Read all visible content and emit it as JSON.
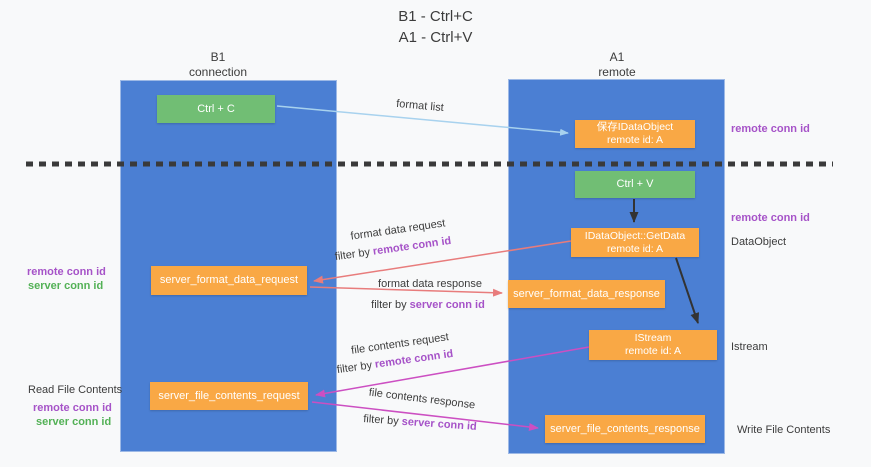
{
  "title": {
    "line1": "B1 - Ctrl+C",
    "line2": "A1 - Ctrl+V"
  },
  "columns": {
    "left": {
      "name": "B1",
      "subtitle": "connection"
    },
    "right": {
      "name": "A1",
      "subtitle": "remote"
    }
  },
  "boxes": {
    "ctrl_c": {
      "label": "Ctrl + C"
    },
    "ctrl_v": {
      "label": "Ctrl + V"
    },
    "save_idataobject": {
      "line1": "保存IDataObject",
      "line2": "remote id: A"
    },
    "getdata": {
      "line1": "IDataObject::GetData",
      "line2": "remote id: A"
    },
    "istream": {
      "line1": "IStream",
      "line2": "remote id: A"
    },
    "format_request": {
      "label": "server_format_data_request"
    },
    "format_response": {
      "label": "server_format_data_response"
    },
    "file_request": {
      "label": "server_file_contents_request"
    },
    "file_response": {
      "label": "server_file_contents_response"
    }
  },
  "flow_labels": {
    "format_list": "format list",
    "format_data_request": "format data request",
    "format_data_response": "format data response",
    "file_contents_request": "file contents request",
    "file_contents_response": "file contents response",
    "filter_by": "filter by",
    "remote_conn_id": "remote conn id",
    "server_conn_id": "server conn id"
  },
  "side_labels": {
    "right_conn_top": "remote conn id",
    "right_conn_mid": "remote conn id",
    "data_object": "DataObject",
    "istream": "Istream",
    "write_file_contents": "Write File Contents",
    "left_remote_conn_1": "remote conn id",
    "left_server_conn_1": "server conn id",
    "read_file_contents": "Read File Contents",
    "left_remote_conn_2": "remote conn id",
    "left_server_conn_2": "server conn id"
  },
  "colors": {
    "background": "#f8f9fa",
    "column_blue": "#4B7FD3",
    "box_green": "#71BE74",
    "box_orange": "#F9A845",
    "arrow_blue": "#A8D2EE",
    "arrow_red": "#E87C7C",
    "arrow_magenta": "#CC4FC2",
    "arrow_black": "#333333",
    "dashed_line": "#3a3a3a",
    "text_purple": "#A653C8",
    "text_green": "#53B156"
  }
}
